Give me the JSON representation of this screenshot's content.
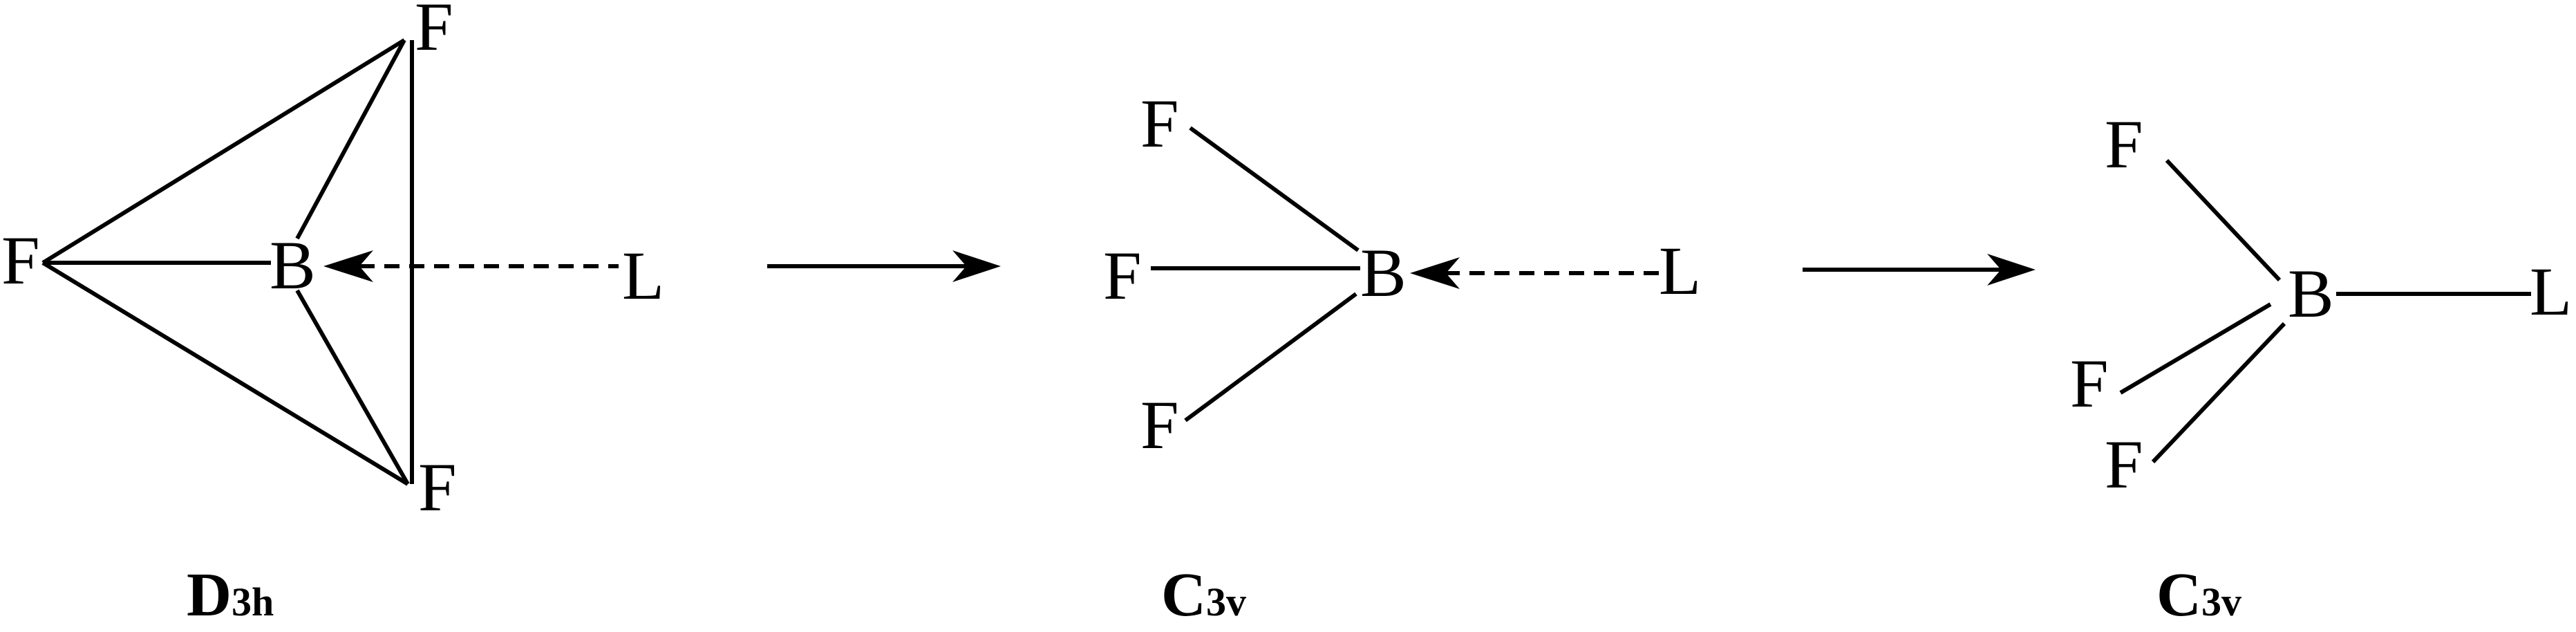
{
  "diagram": {
    "stages": [
      {
        "atoms": {
          "f1": "F",
          "f2": "F",
          "f3": "F",
          "b": "B",
          "l": "L"
        },
        "symmetry": {
          "base": "D",
          "sub": "3h"
        }
      },
      {
        "atoms": {
          "f1": "F",
          "f2": "F",
          "f3": "F",
          "b": "B",
          "l": "L"
        },
        "symmetry": {
          "base": "C",
          "sub": "3v"
        }
      },
      {
        "atoms": {
          "f1": "F",
          "f2": "F",
          "f3": "F",
          "b": "B",
          "l": "L"
        },
        "symmetry": {
          "base": "C",
          "sub": "3v"
        }
      }
    ]
  }
}
